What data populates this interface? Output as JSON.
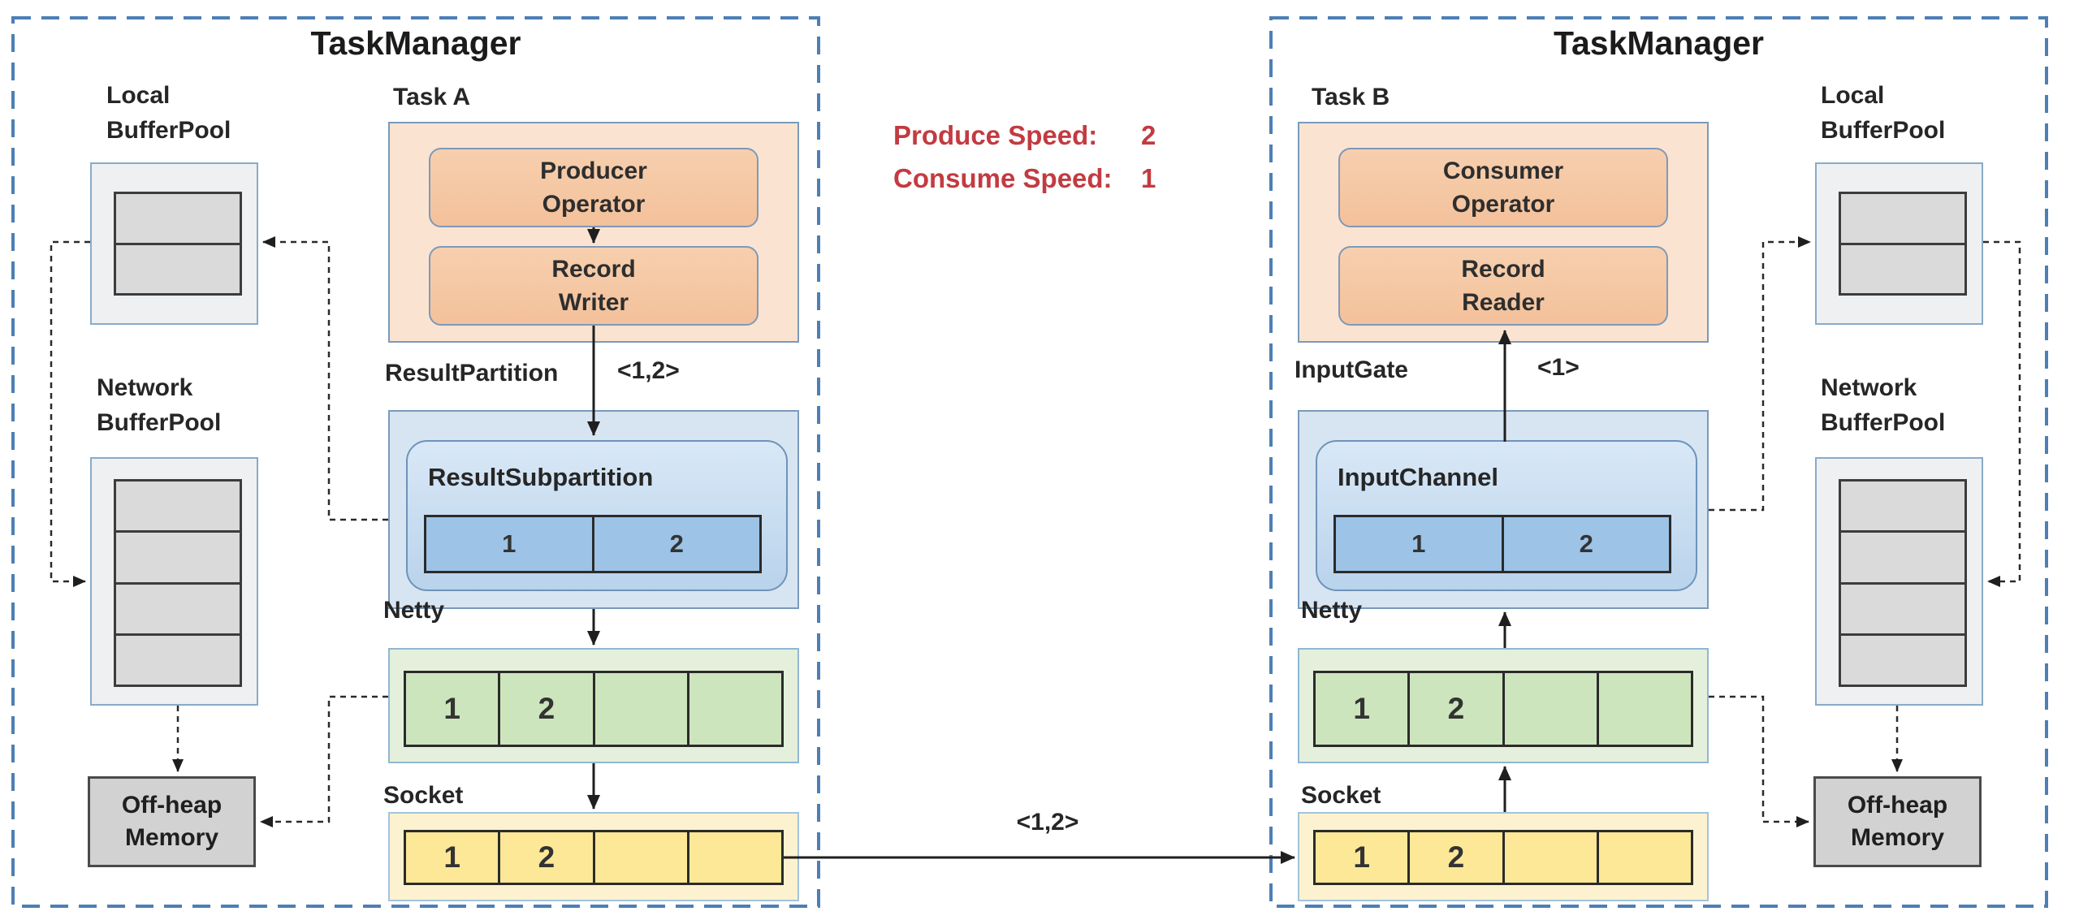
{
  "annotation": {
    "produce_label": "Produce Speed:",
    "produce_value": "2",
    "consume_label": "Consume Speed:",
    "consume_value": "1"
  },
  "link": {
    "label": "<1,2>"
  },
  "left": {
    "title": "TaskManager",
    "task_label": "Task A",
    "operator": {
      "line1": "Producer",
      "line2": "Operator"
    },
    "record": {
      "line1": "Record",
      "line2": "Writer"
    },
    "partition_label": "ResultPartition",
    "partition_arrow_label": "<1,2>",
    "subpartition_label": "ResultSubpartition",
    "subpartition_cells": [
      "1",
      "2"
    ],
    "netty_label": "Netty",
    "netty_cells": [
      "1",
      "2",
      "",
      ""
    ],
    "socket_label": "Socket",
    "socket_cells": [
      "1",
      "2",
      "",
      ""
    ],
    "local_pool": {
      "line1": "Local",
      "line2": "BufferPool"
    },
    "network_pool": {
      "line1": "Network",
      "line2": "BufferPool"
    },
    "offheap": {
      "line1": "Off-heap",
      "line2": "Memory"
    }
  },
  "right": {
    "title": "TaskManager",
    "task_label": "Task B",
    "operator": {
      "line1": "Consumer",
      "line2": "Operator"
    },
    "record": {
      "line1": "Record",
      "line2": "Reader"
    },
    "gate_label": "InputGate",
    "gate_arrow_label": "<1>",
    "channel_label": "InputChannel",
    "channel_cells": [
      "1",
      "2"
    ],
    "netty_label": "Netty",
    "netty_cells": [
      "1",
      "2",
      "",
      ""
    ],
    "socket_label": "Socket",
    "socket_cells": [
      "1",
      "2",
      "",
      ""
    ],
    "local_pool": {
      "line1": "Local",
      "line2": "BufferPool"
    },
    "network_pool": {
      "line1": "Network",
      "line2": "BufferPool"
    },
    "offheap": {
      "line1": "Off-heap",
      "line2": "Memory"
    }
  },
  "colors": {
    "taskmanager_dashed_border": "#4d7fb5",
    "annotation_red": "#c23b41",
    "peach_fill": "#fae4d1",
    "operator_fill": "#f3c19b",
    "blue_panel_fill": "#d7e5f2",
    "blue_cell_fill": "#9dc3e6",
    "green_cell_fill": "#cde5bc",
    "yellow_cell_fill": "#fde897",
    "pool_cell_fill": "#dadada",
    "offheap_fill": "#d2d2d2",
    "arrow_color": "#1f1f1f"
  }
}
